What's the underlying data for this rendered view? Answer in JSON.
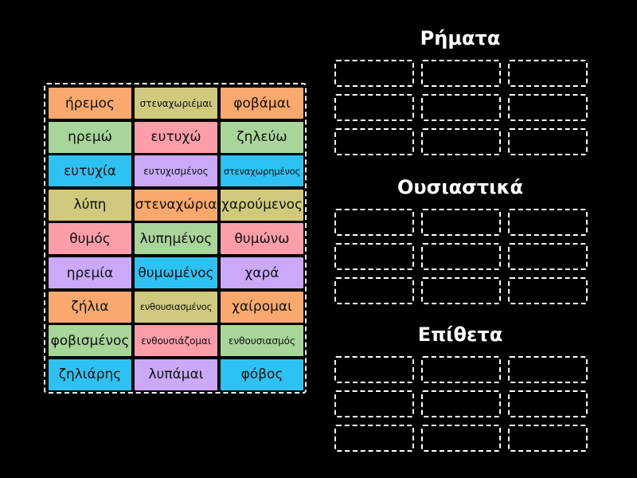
{
  "colors": {
    "orange": "#f9a96e",
    "olive": "#cfca7e",
    "green": "#a8d59a",
    "pink": "#fc9eaa",
    "blue": "#2ec2f2",
    "purple": "#c9a9f8"
  },
  "tiles": [
    {
      "text": "ήρεμος",
      "color": "orange"
    },
    {
      "text": "στεναχωριέμαι",
      "color": "olive"
    },
    {
      "text": "φοβάμαι",
      "color": "orange"
    },
    {
      "text": "ηρεμώ",
      "color": "green"
    },
    {
      "text": "ευτυχώ",
      "color": "pink"
    },
    {
      "text": "ζηλεύω",
      "color": "green"
    },
    {
      "text": "ευτυχία",
      "color": "blue"
    },
    {
      "text": "ευτυχισμένος",
      "color": "purple"
    },
    {
      "text": "στεναχωρημένος",
      "color": "blue"
    },
    {
      "text": "λύπη",
      "color": "olive"
    },
    {
      "text": "στεναχώρια",
      "color": "orange"
    },
    {
      "text": "χαρούμενος",
      "color": "olive"
    },
    {
      "text": "θυμός",
      "color": "pink"
    },
    {
      "text": "λυπημένος",
      "color": "green"
    },
    {
      "text": "θυμώνω",
      "color": "pink"
    },
    {
      "text": "ηρεμία",
      "color": "purple"
    },
    {
      "text": "θυμωμένος",
      "color": "blue"
    },
    {
      "text": "χαρά",
      "color": "purple"
    },
    {
      "text": "ζήλια",
      "color": "orange"
    },
    {
      "text": "ενθουσιασμένος",
      "color": "olive"
    },
    {
      "text": "χαίρομαι",
      "color": "orange"
    },
    {
      "text": "φοβισμένος",
      "color": "green"
    },
    {
      "text": "ενθουσιάζομαι",
      "color": "pink"
    },
    {
      "text": "ενθουσιασμός",
      "color": "green"
    },
    {
      "text": "ζηλιάρης",
      "color": "blue"
    },
    {
      "text": "λυπάμαι",
      "color": "purple"
    },
    {
      "text": "φόβος",
      "color": "blue"
    }
  ],
  "groups": [
    {
      "title": "Ρήματα"
    },
    {
      "title": "Ουσιαστικά"
    },
    {
      "title": "Επίθετα"
    }
  ]
}
